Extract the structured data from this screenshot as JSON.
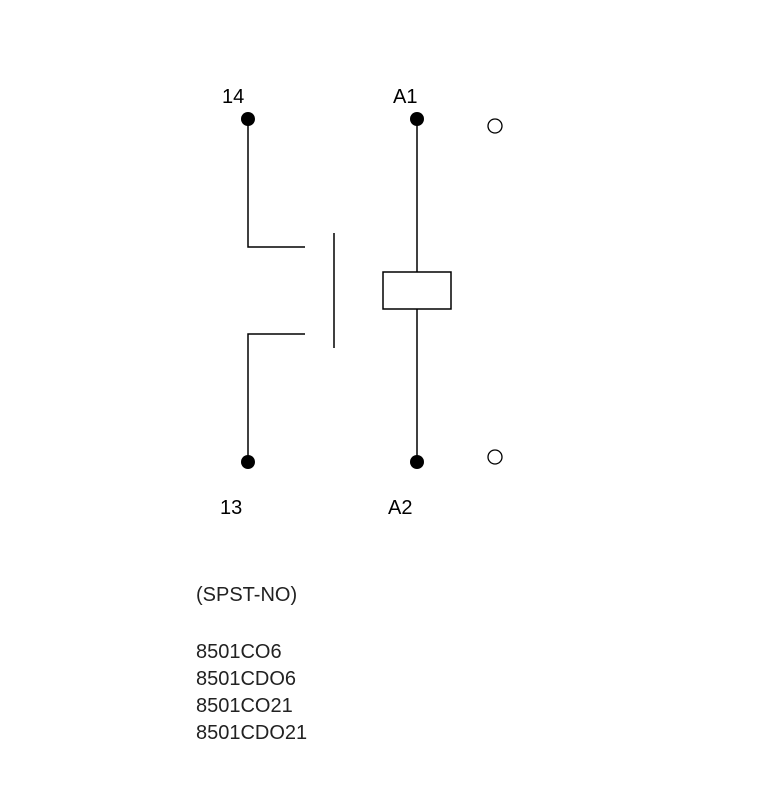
{
  "terminals": {
    "t14": "14",
    "t13": "13",
    "a1": "A1",
    "a2": "A2"
  },
  "contact_type": "(SPST-NO)",
  "part_numbers": [
    "8501CO6",
    "8501CDO6",
    "8501CO21",
    "8501CDO21"
  ],
  "colors": {
    "line": "#000000",
    "text": "#222222",
    "background": "#ffffff"
  }
}
